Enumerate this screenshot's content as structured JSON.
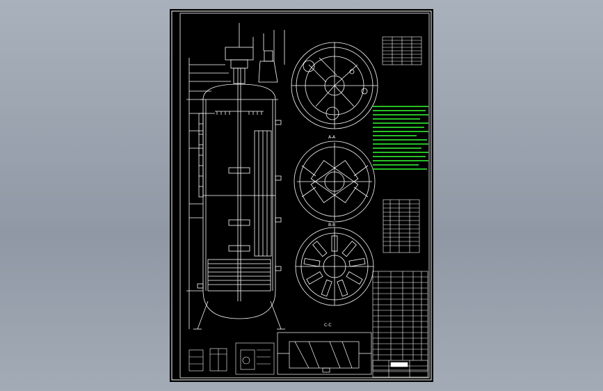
{
  "drawing": {
    "background": "#000000",
    "border_color": "#ffffff",
    "line_color": "#ffffff",
    "notes_color": "#33ff33",
    "section_labels": [
      "",
      "A-A",
      "B-B",
      "C-C"
    ],
    "notes_heading": "",
    "table_heading": ""
  }
}
